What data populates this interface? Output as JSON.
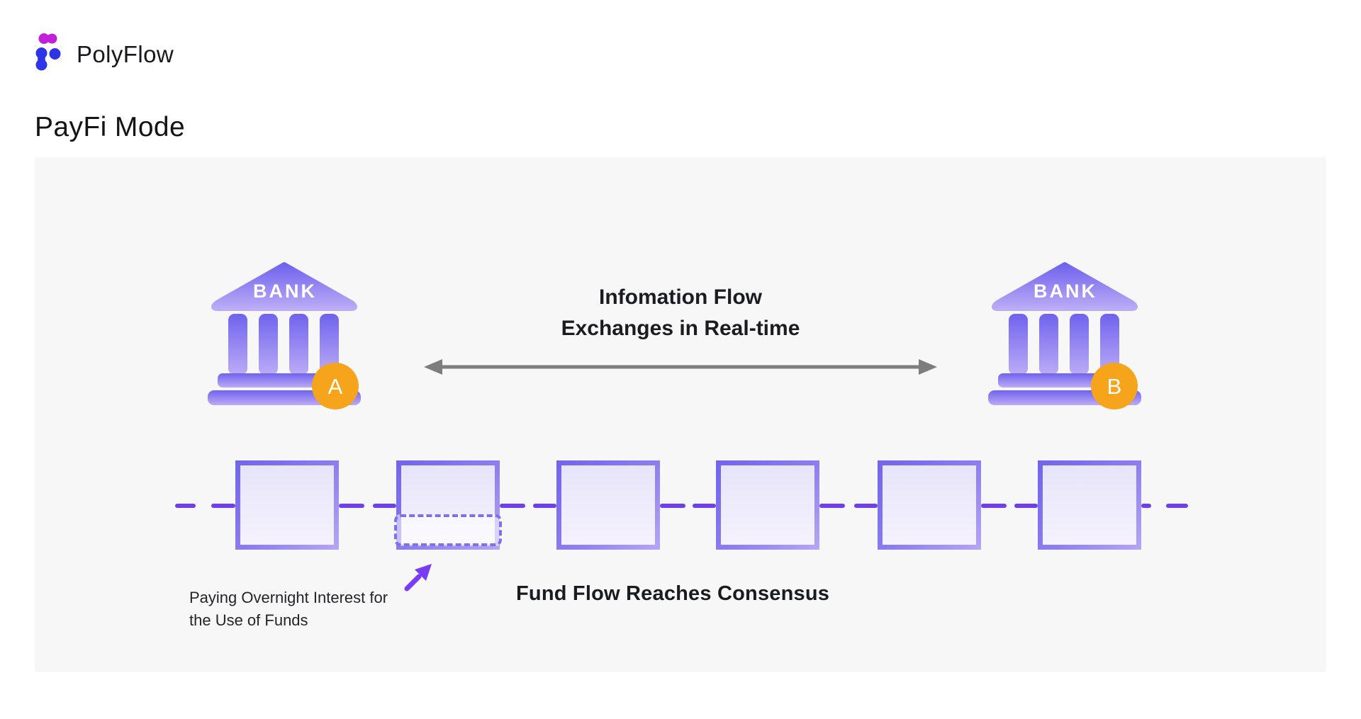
{
  "header": {
    "logo_text": "PolyFlow",
    "page_title": "PayFi Mode"
  },
  "diagram": {
    "bank_a": {
      "label": "BANK",
      "badge": "A"
    },
    "bank_b": {
      "label": "BANK",
      "badge": "B"
    },
    "info_flow": {
      "line1": "Infomation Flow",
      "line2": "Exchanges in Real-time"
    },
    "consensus_label": "Fund Flow Reaches Consensus",
    "annotation": {
      "line1": "Paying Overnight Interest for",
      "line2": "the Use of Funds"
    },
    "blocks_count": "6",
    "colors": {
      "accent_purple": "#6e3ef2",
      "block_border_purple": "#7468ee",
      "badge_orange": "#f6a41c",
      "arrow_gray": "#7d7d7d",
      "panel_bg": "#f7f7f8",
      "logo_magenta": "#c41fd8",
      "logo_blue": "#2f35e6"
    }
  }
}
